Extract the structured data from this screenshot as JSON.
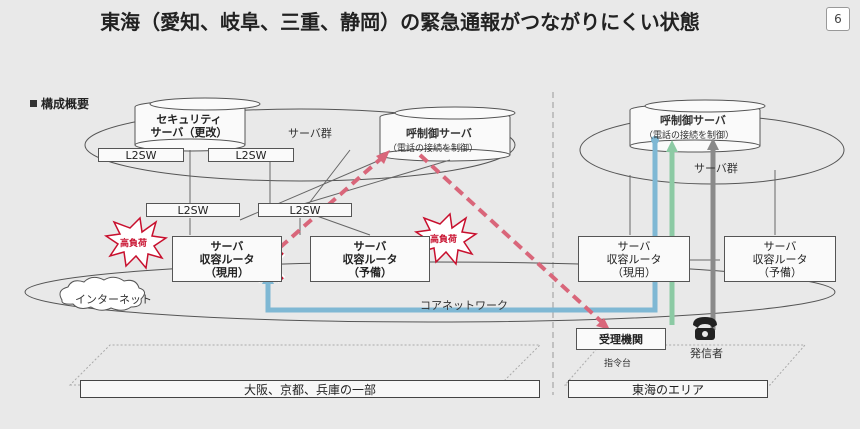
{
  "title": "東海（愛知、岐阜、三重、静岡）の緊急通報がつながりにくい状態",
  "page_number": "6",
  "section_heading": "構成概要",
  "left": {
    "server_group_label": "サーバ群",
    "security_server": "セキュリティ\nサーバ（更改）",
    "l2sw_labels": [
      "L2SW",
      "L2SW",
      "L2SW",
      "L2SW"
    ],
    "call_control_server_title": "呼制御サーバ",
    "call_control_server_sub": "（電話の接続を制御）",
    "router_active": "サーバ\n収容ルータ\n（現用）",
    "router_standby": "サーバ\n収容ルータ\n（予備）",
    "high_load_labels": [
      "高負荷",
      "高負荷"
    ],
    "internet_label": "インターネット",
    "core_network_label": "コアネットワーク",
    "region_label": "大阪、京都、兵庫の一部"
  },
  "right": {
    "call_control_server_title": "呼制御サーバ",
    "call_control_server_sub": "（電話の接続を制御）",
    "server_group_label": "サーバ群",
    "router_active": "サーバ\n収容ルータ\n（現用）",
    "router_standby": "サーバ\n収容ルータ\n（予備）",
    "receiving_agency": "受理機関",
    "command_center": "指令台",
    "caller": "発信者",
    "region_label": "東海のエリア"
  },
  "colors": {
    "failure_path": "#d9667a",
    "blue_path": "#7fb8d4",
    "green_path": "#8ccaa4",
    "gray_path": "#8a8a8a",
    "burst_red": "#c8102e"
  }
}
